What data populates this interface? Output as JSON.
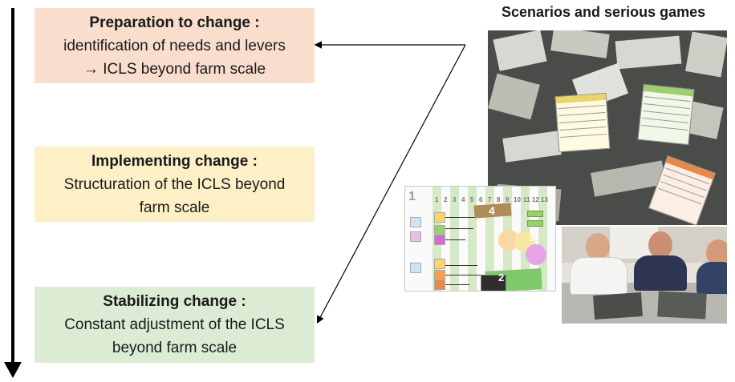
{
  "stages": [
    {
      "title": "Preparation to change :",
      "lines": [
        "identification of needs and levers",
        "→ ICLS beyond farm scale"
      ],
      "color": "#f9ddcd"
    },
    {
      "title": "Implementing change :",
      "lines": [
        "Structuration of the ICLS beyond",
        "farm scale"
      ],
      "color": "#fdefc6"
    },
    {
      "title": "Stabilizing change :",
      "lines": [
        "Constant adjustment of the ICLS",
        "beyond farm scale"
      ],
      "color": "#dcebd3"
    }
  ],
  "games": {
    "title": "Scenarios and serious games",
    "board_numbers": [
      "1",
      "2",
      "3",
      "4"
    ],
    "board_columns": [
      "1",
      "2",
      "3",
      "4",
      "5",
      "6",
      "7",
      "8",
      "9",
      "10",
      "11",
      "12",
      "13"
    ]
  }
}
